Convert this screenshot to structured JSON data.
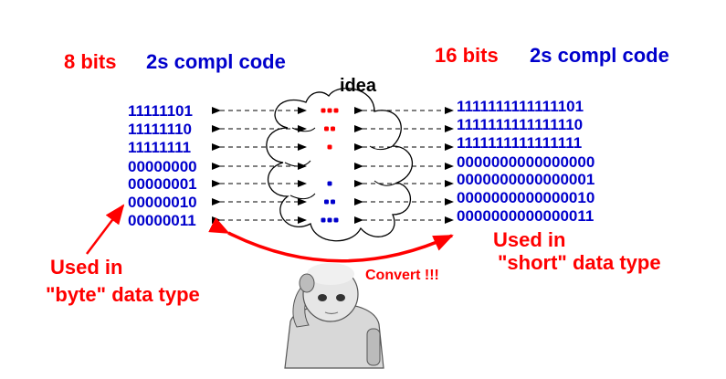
{
  "left_header": {
    "bits": "8 bits",
    "code": "2s compl code"
  },
  "right_header": {
    "bits": "16 bits",
    "code": "2s compl code"
  },
  "cloud_label": "idea",
  "left_values": [
    "11111101",
    "11111110",
    "11111111",
    "00000000",
    "00000001",
    "00000010",
    "00000011"
  ],
  "right_values": [
    "1111111111111101",
    "1111111111111110",
    "1111111111111111",
    "0000000000000000",
    "0000000000000001",
    "0000000000000010",
    "0000000000000011"
  ],
  "dot_rows": [
    {
      "count": 3,
      "color": "red"
    },
    {
      "count": 2,
      "color": "red"
    },
    {
      "count": 1,
      "color": "red"
    },
    {
      "count": 0,
      "color": "none"
    },
    {
      "count": 1,
      "color": "blue"
    },
    {
      "count": 2,
      "color": "blue"
    },
    {
      "count": 3,
      "color": "blue"
    }
  ],
  "left_caption": {
    "line1": "Used in",
    "line2": "\"byte\" data type"
  },
  "right_caption": {
    "line1": "Used in",
    "line2": "\"short\" data type"
  },
  "convert_label": "Convert !!!",
  "colors": {
    "red": "#ff0000",
    "blue": "#0000cc",
    "black": "#000000"
  }
}
